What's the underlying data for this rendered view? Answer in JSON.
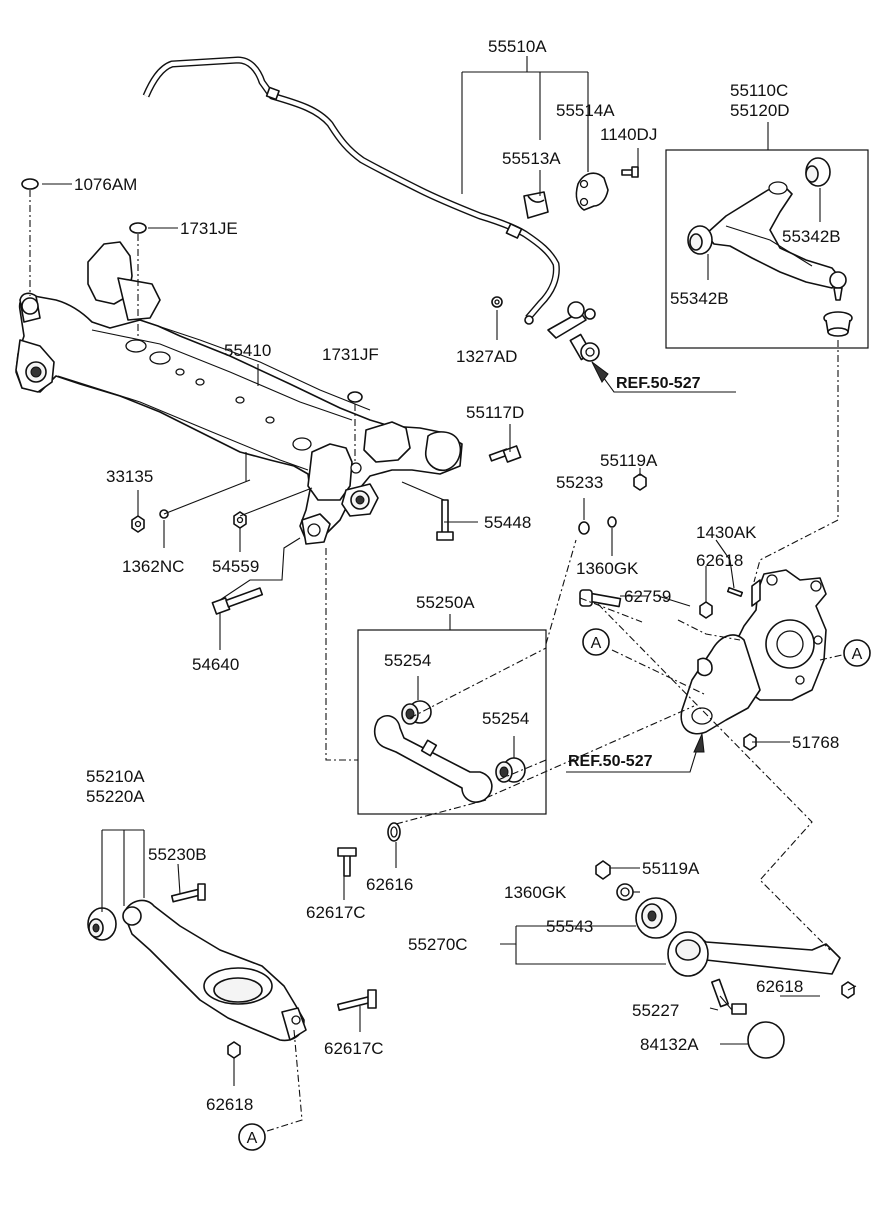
{
  "labels": {
    "p55510A": "55510A",
    "p55514A": "55514A",
    "p1140DJ": "1140DJ",
    "p55513A": "55513A",
    "p55110C": "55110C",
    "p55120D": "55120D",
    "p55342B_a": "55342B",
    "p55342B_b": "55342B",
    "p1076AM": "1076AM",
    "p1731JE": "1731JE",
    "p55410": "55410",
    "p1731JF": "1731JF",
    "p1327AD": "1327AD",
    "p55117D": "55117D",
    "p55119A_a": "55119A",
    "p33135": "33135",
    "p55233": "55233",
    "p1362NC": "1362NC",
    "p54559": "54559",
    "p55448": "55448",
    "p1360GK_a": "1360GK",
    "p1430AK": "1430AK",
    "p62618_a": "62618",
    "p62759": "62759",
    "p55250A": "55250A",
    "p54640": "54640",
    "p55254_a": "55254",
    "p55254_b": "55254",
    "p51768": "51768",
    "p55210A": "55210A",
    "p55220A": "55220A",
    "p55230B": "55230B",
    "p62617C_a": "62617C",
    "p62616": "62616",
    "p55119A_b": "55119A",
    "p1360GK_b": "1360GK",
    "p55270C": "55270C",
    "p55543": "55543",
    "p62618_b": "62618",
    "p55227": "55227",
    "p84132A": "84132A",
    "p62617C_b": "62617C",
    "p62618_c": "62618"
  },
  "refs": {
    "ref_top": "REF.50-527",
    "ref_mid": "REF.50-527"
  },
  "markers": {
    "a_left": "A",
    "a_right": "A",
    "a_bottom": "A"
  }
}
